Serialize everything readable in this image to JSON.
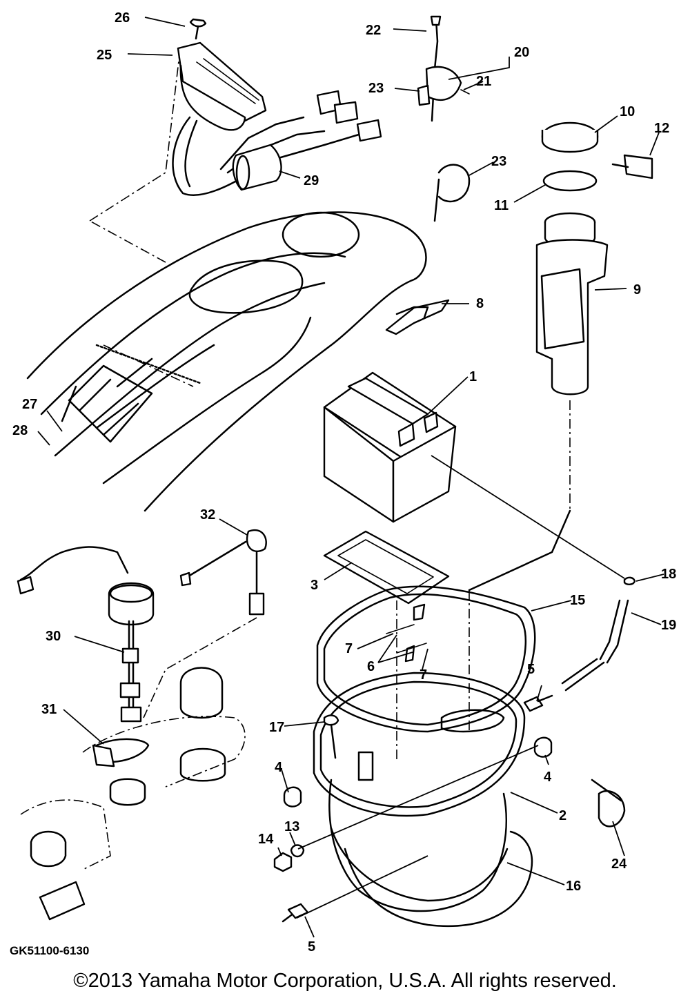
{
  "diagram": {
    "drawing_code": "GK51100-6130",
    "copyright": "©2013 Yamaha Motor Corporation, U.S.A. All rights reserved.",
    "callouts": [
      "1",
      "2",
      "3",
      "4",
      "4",
      "5",
      "5",
      "6",
      "7",
      "7",
      "8",
      "9",
      "10",
      "11",
      "12",
      "13",
      "14",
      "15",
      "16",
      "17",
      "18",
      "19",
      "20",
      "21",
      "22",
      "23",
      "23",
      "24",
      "25",
      "26",
      "27",
      "28",
      "29",
      "30",
      "31",
      "32"
    ]
  }
}
